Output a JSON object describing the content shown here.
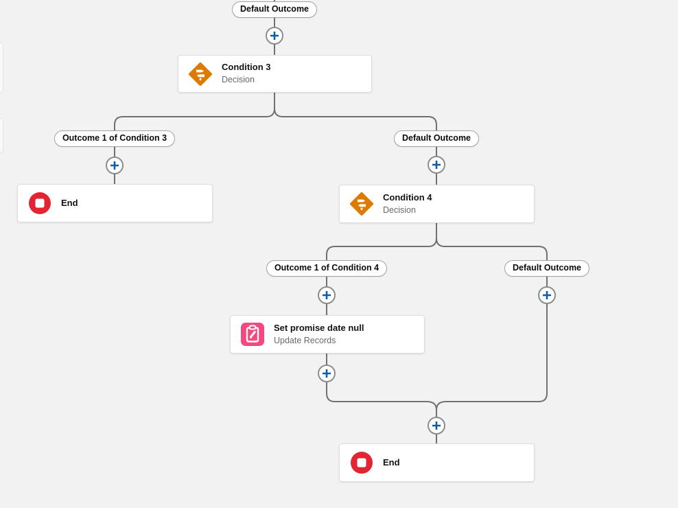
{
  "colors": {
    "canvas": "#f3f2f2",
    "connector": "#6f7074",
    "plusblue": "#0b5cab",
    "decision": "#dd7a01",
    "update": "#f5487f",
    "endred": "#e22433"
  },
  "pills": {
    "top_default_outcome": "Default Outcome",
    "outcome1_condition3": "Outcome 1 of Condition 3",
    "default_outcome_condition3": "Default Outcome",
    "outcome1_condition4": "Outcome 1 of Condition 4",
    "default_outcome_condition4": "Default Outcome"
  },
  "nodes": {
    "condition3": {
      "title": "Condition 3",
      "type": "Decision"
    },
    "end_left": {
      "title": "End"
    },
    "condition4": {
      "title": "Condition 4",
      "type": "Decision"
    },
    "update_records": {
      "title": "Set promise date null",
      "type": "Update Records"
    },
    "end_bottom": {
      "title": "End"
    }
  },
  "icons": {
    "decision": "decision-diamond-icon",
    "update_records": "update-records-clipboard-pencil-icon",
    "end": "end-stop-icon",
    "plus": "add-element-plus-icon"
  }
}
